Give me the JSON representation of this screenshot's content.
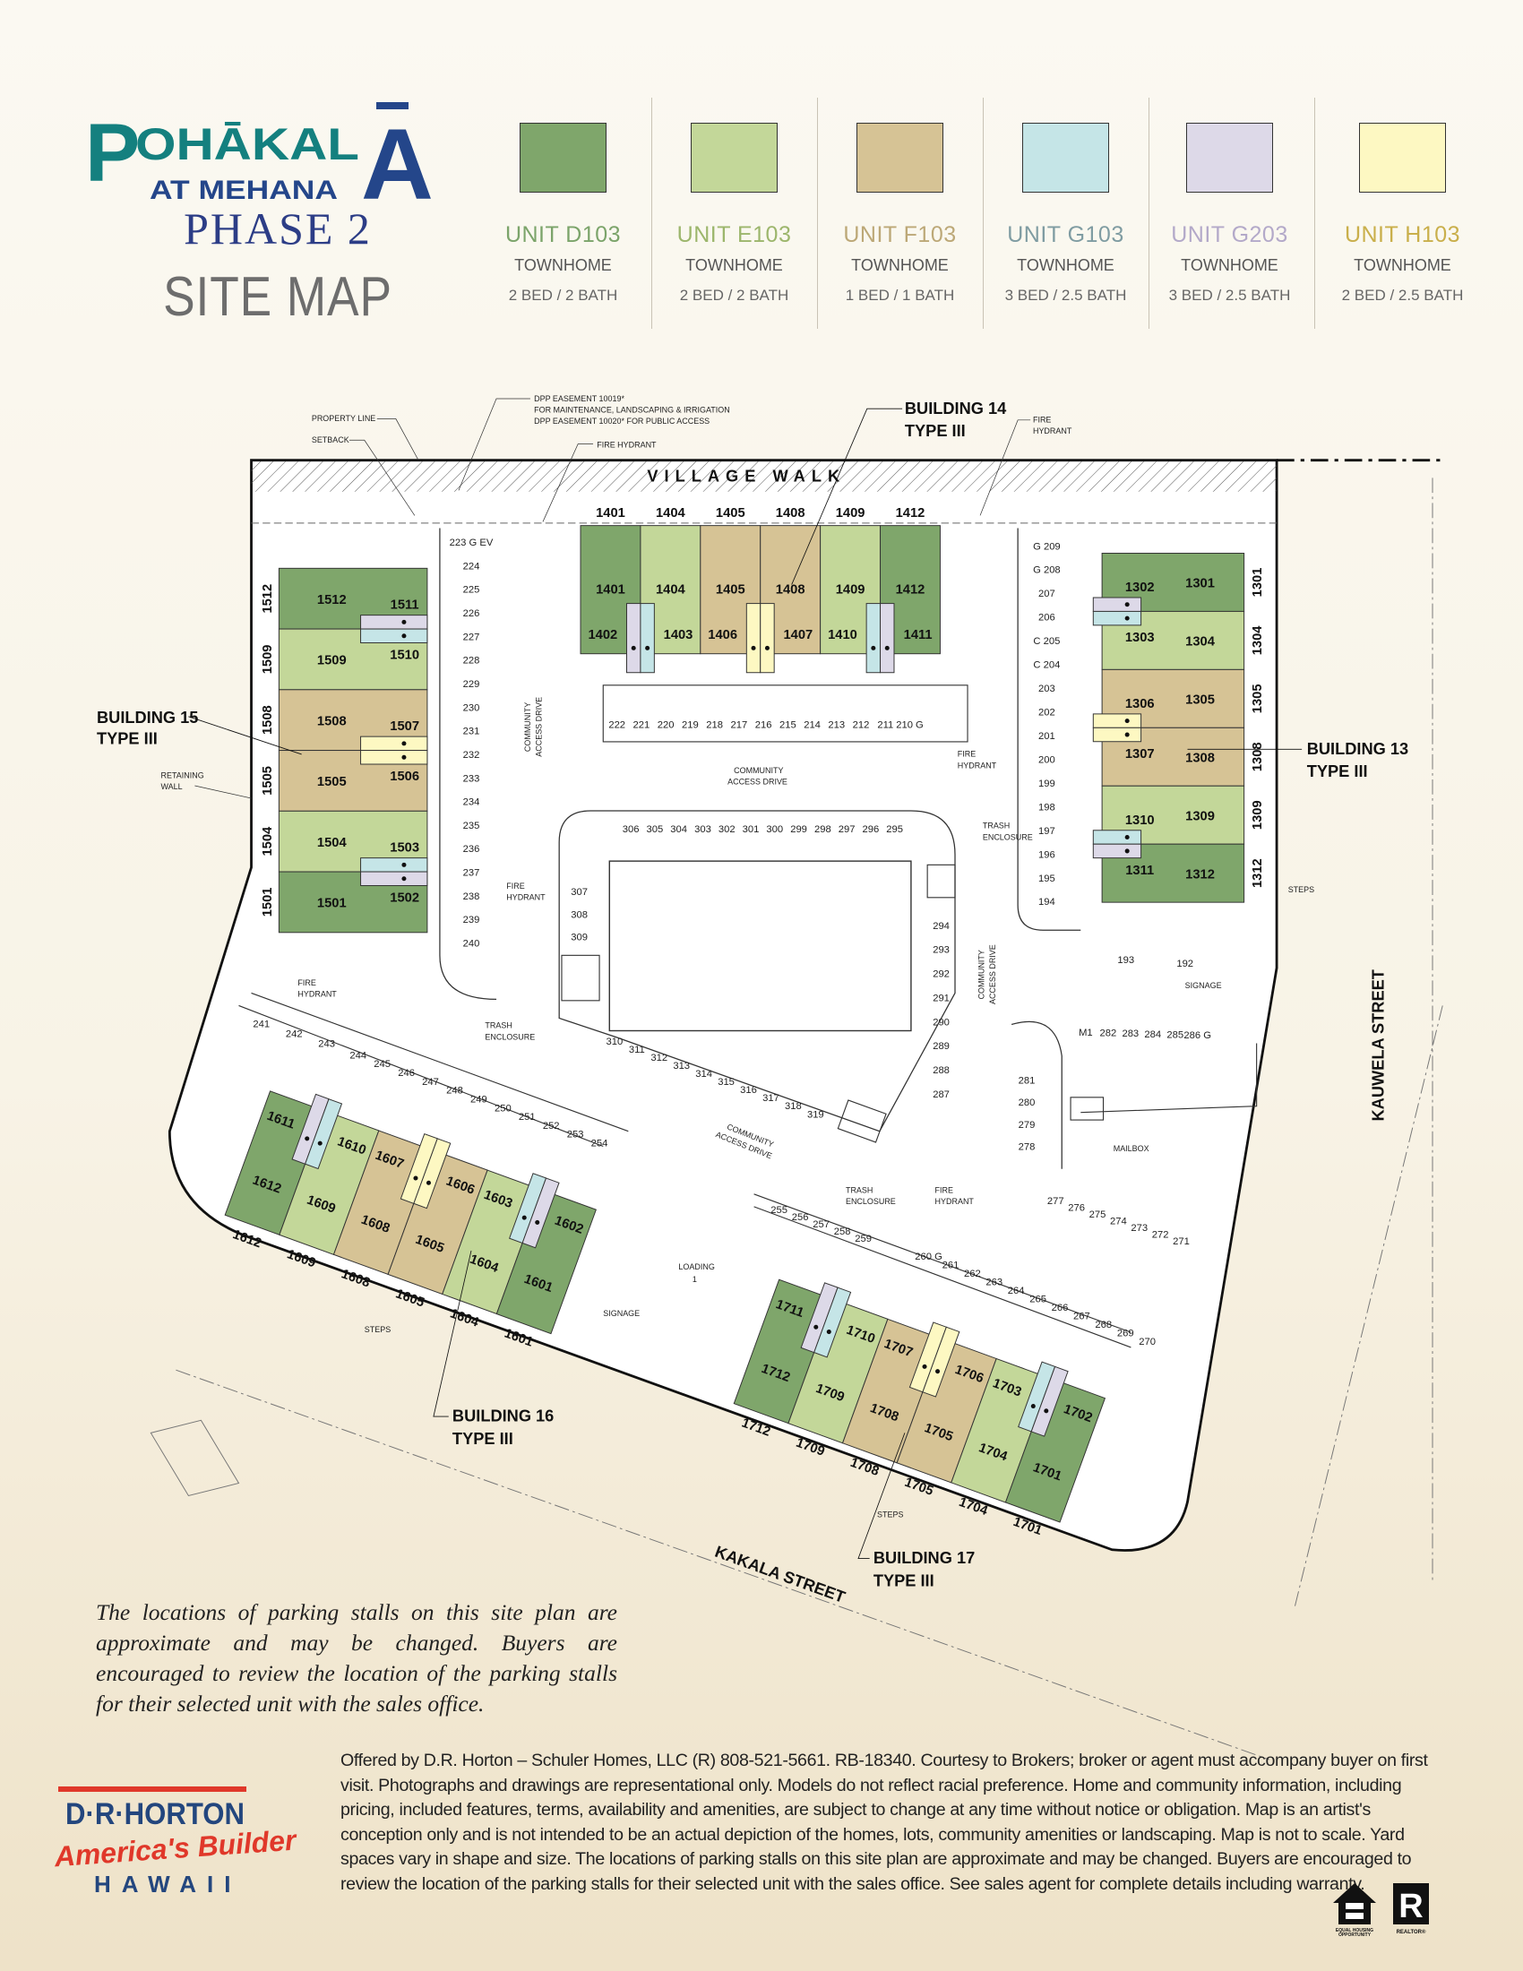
{
  "header": {
    "logo_name": "POHĀKALĀ",
    "logo_sub": "AT MEHANA",
    "phase": "PHASE 2",
    "title": "SITE MAP"
  },
  "legend": [
    {
      "plan": "D103",
      "name": "UNIT D103",
      "type": "TOWNHOME",
      "beds": "2 BED / 2 BATH",
      "color": "#7fa66b",
      "text_color": "#7ba46a"
    },
    {
      "plan": "E103",
      "name": "UNIT E103",
      "type": "TOWNHOME",
      "beds": "2 BED / 2 BATH",
      "color": "#c3d799",
      "text_color": "#9cb66c"
    },
    {
      "plan": "F103",
      "name": "UNIT F103",
      "type": "TOWNHOME",
      "beds": "1 BED / 1 BATH",
      "color": "#d6c395",
      "text_color": "#bca877"
    },
    {
      "plan": "G103",
      "name": "UNIT G103",
      "type": "TOWNHOME",
      "beds": "3 BED / 2.5 BATH",
      "color": "#c5e5e7",
      "text_color": "#7f9ca2"
    },
    {
      "plan": "G203",
      "name": "UNIT G203",
      "type": "TOWNHOME",
      "beds": "3 BED / 2.5 BATH",
      "color": "#ddd9e8",
      "text_color": "#b3a9c9"
    },
    {
      "plan": "H103",
      "name": "UNIT H103",
      "type": "TOWNHOME",
      "beds": "2 BED / 2.5 BATH",
      "color": "#fdf8c2",
      "text_color": "#c9af4b"
    }
  ],
  "buildings": [
    {
      "label": "BUILDING 15",
      "type": "TYPE III",
      "units": [
        {
          "num": "1512",
          "plan": "D103"
        },
        {
          "num": "1509",
          "plan": "E103"
        },
        {
          "num": "1508",
          "plan": "F103"
        },
        {
          "num": "1505",
          "plan": "F103"
        },
        {
          "num": "1504",
          "plan": "E103"
        },
        {
          "num": "1501",
          "plan": "D103"
        }
      ],
      "small_units": [
        {
          "num": "1511",
          "plan": "G203"
        },
        {
          "num": "1510",
          "plan": "G103"
        },
        {
          "num": "1507",
          "plan": "H103"
        },
        {
          "num": "1506",
          "plan": "H103"
        },
        {
          "num": "1503",
          "plan": "G103"
        },
        {
          "num": "1502",
          "plan": "G203"
        }
      ],
      "side_labels": [
        "1512",
        "1509",
        "1508",
        "1505",
        "1504",
        "1501"
      ]
    },
    {
      "label": "BUILDING 14",
      "type": "TYPE III",
      "units": [
        {
          "num": "1401",
          "plan": "D103"
        },
        {
          "num": "1404",
          "plan": "E103"
        },
        {
          "num": "1405",
          "plan": "F103"
        },
        {
          "num": "1408",
          "plan": "F103"
        },
        {
          "num": "1409",
          "plan": "E103"
        },
        {
          "num": "1412",
          "plan": "D103"
        }
      ],
      "small_units": [
        {
          "num": "1402",
          "plan": "G203"
        },
        {
          "num": "1403",
          "plan": "G103"
        },
        {
          "num": "1406",
          "plan": "H103"
        },
        {
          "num": "1407",
          "plan": "H103"
        },
        {
          "num": "1410",
          "plan": "G103"
        },
        {
          "num": "1411",
          "plan": "G203"
        }
      ],
      "side_labels": [
        "1401",
        "1404",
        "1405",
        "1408",
        "1409",
        "1412"
      ]
    },
    {
      "label": "BUILDING 13",
      "type": "TYPE III",
      "units": [
        {
          "num": "1301",
          "plan": "D103"
        },
        {
          "num": "1304",
          "plan": "E103"
        },
        {
          "num": "1305",
          "plan": "F103"
        },
        {
          "num": "1308",
          "plan": "F103"
        },
        {
          "num": "1309",
          "plan": "E103"
        },
        {
          "num": "1312",
          "plan": "D103"
        }
      ],
      "small_units": [
        {
          "num": "1302",
          "plan": "G203"
        },
        {
          "num": "1303",
          "plan": "G103"
        },
        {
          "num": "1306",
          "plan": "H103"
        },
        {
          "num": "1307",
          "plan": "H103"
        },
        {
          "num": "1310",
          "plan": "G103"
        },
        {
          "num": "1311",
          "plan": "G203"
        }
      ],
      "side_labels": [
        "1301",
        "1304",
        "1305",
        "1308",
        "1309",
        "1312"
      ]
    },
    {
      "label": "BUILDING 16",
      "type": "TYPE III",
      "units": [
        {
          "num": "1612",
          "plan": "D103"
        },
        {
          "num": "1609",
          "plan": "E103"
        },
        {
          "num": "1608",
          "plan": "F103"
        },
        {
          "num": "1605",
          "plan": "F103"
        },
        {
          "num": "1604",
          "plan": "E103"
        },
        {
          "num": "1601",
          "plan": "D103"
        }
      ],
      "small_units": [
        {
          "num": "1611",
          "plan": "G203"
        },
        {
          "num": "1610",
          "plan": "G103"
        },
        {
          "num": "1607",
          "plan": "H103"
        },
        {
          "num": "1606",
          "plan": "H103"
        },
        {
          "num": "1603",
          "plan": "G103"
        },
        {
          "num": "1602",
          "plan": "G203"
        }
      ],
      "side_labels": [
        "1612",
        "1609",
        "1608",
        "1605",
        "1604",
        "1601"
      ]
    },
    {
      "label": "BUILDING 17",
      "type": "TYPE III",
      "units": [
        {
          "num": "1712",
          "plan": "D103"
        },
        {
          "num": "1709",
          "plan": "E103"
        },
        {
          "num": "1708",
          "plan": "F103"
        },
        {
          "num": "1705",
          "plan": "F103"
        },
        {
          "num": "1704",
          "plan": "E103"
        },
        {
          "num": "1701",
          "plan": "D103"
        }
      ],
      "small_units": [
        {
          "num": "1711",
          "plan": "G203"
        },
        {
          "num": "1710",
          "plan": "G103"
        },
        {
          "num": "1707",
          "plan": "H103"
        },
        {
          "num": "1706",
          "plan": "H103"
        },
        {
          "num": "1703",
          "plan": "G103"
        },
        {
          "num": "1702",
          "plan": "G203"
        }
      ],
      "side_labels": [
        "1712",
        "1709",
        "1708",
        "1705",
        "1704",
        "1701"
      ]
    }
  ],
  "streets": {
    "north": "VILLAGE WALK",
    "east": "KAUWELA STREET",
    "south": "KAKALA STREET"
  },
  "annotations": {
    "property_line": "PROPERTY LINE",
    "setback": "SETBACK",
    "easement_1": "DPP EASEMENT 10019*",
    "easement_2": "FOR MAINTENANCE, LANDSCAPING & IRRIGATION",
    "easement_3": "DPP EASEMENT 10020* FOR PUBLIC ACCESS",
    "fire_hydrant": "FIRE HYDRANT",
    "fire": "FIRE",
    "hydrant": "HYDRANT",
    "retaining": "RETAINING",
    "wall": "WALL",
    "trash": "TRASH",
    "enclosure": "ENCLOSURE",
    "community": "COMMUNITY",
    "access_drive": "ACCESS DRIVE",
    "steps": "STEPS",
    "signage": "SIGNAGE",
    "mailbox": "MAILBOX",
    "loading": "LOADING",
    "loading_num": "1"
  },
  "parking": {
    "west_column": [
      "223 G EV",
      "224",
      "225",
      "226",
      "227",
      "228",
      "229",
      "230",
      "231",
      "232",
      "233",
      "234",
      "235",
      "236",
      "237",
      "238",
      "239",
      "240"
    ],
    "north_row": [
      "222",
      "221",
      "220",
      "219",
      "218",
      "217",
      "216",
      "215",
      "214",
      "213",
      "212",
      "211",
      "210 G"
    ],
    "east_column": [
      "G 209",
      "G 208",
      "207",
      "206",
      "C 205",
      "C 204",
      "203",
      "202",
      "201",
      "200",
      "199",
      "198",
      "197",
      "196",
      "195",
      "194"
    ],
    "center_north_row": [
      "306",
      "305",
      "304",
      "303",
      "302",
      "301",
      "300",
      "299",
      "298",
      "297",
      "296",
      "295"
    ],
    "center_west": [
      "307",
      "308",
      "309"
    ],
    "center_east": [
      "294",
      "293",
      "292",
      "291",
      "290",
      "289",
      "288",
      "287"
    ],
    "southeast_pair": [
      "193",
      "192"
    ],
    "mail_row": [
      "M1",
      "282",
      "283",
      "284",
      "285",
      "286 G"
    ],
    "mail_column": [
      "281",
      "280",
      "279",
      "278"
    ],
    "east_slant": [
      "277",
      "276",
      "275",
      "274",
      "273",
      "272",
      "271"
    ],
    "west_corner": [
      "241",
      "242",
      "243"
    ],
    "south_west_row": [
      "244",
      "245",
      "246",
      "247",
      "248",
      "249",
      "250",
      "251",
      "252",
      "253",
      "254"
    ],
    "center_south_row": [
      "310",
      "311",
      "312",
      "313",
      "314",
      "315",
      "316",
      "317",
      "318",
      "319"
    ],
    "south_center_row": [
      "255",
      "256",
      "257",
      "258",
      "259"
    ],
    "south_east_row": [
      "260 G",
      "261",
      "262",
      "263",
      "264",
      "265",
      "266",
      "267",
      "268",
      "269",
      "270"
    ]
  },
  "footer": {
    "note": "The locations of parking stalls on this site plan are approximate and may be changed. Buyers are encouraged to review the location of the parking stalls for their selected unit with the sales office.",
    "disclaimer": "Offered by D.R. Horton – Schuler Homes, LLC (R) 808-521-5661. RB-18340. Courtesy to Brokers; broker or agent must accompany buyer on first visit. Photographs and drawings are representational only. Models do not reflect racial preference. Home and community information, including pricing, included features, terms, availability and amenities, are subject to change at any time without notice or obligation. Map is an artist's conception only and is not intended to be an actual depiction of the homes, lots, community amenities or landscaping. Map is not to scale. Yard spaces vary in shape and size. The locations of parking stalls on this site plan are approximate and may be changed. Buyers are encouraged to review the location of the parking stalls for their selected unit with the sales office. See sales agent for complete details including warranty.",
    "brand": "D·R·HORTON",
    "brand_tagline": "America's Builder",
    "brand_region": "HAWAII",
    "equal_housing": "EQUAL HOUSING OPPORTUNITY",
    "realtor": "REALTOR®"
  }
}
